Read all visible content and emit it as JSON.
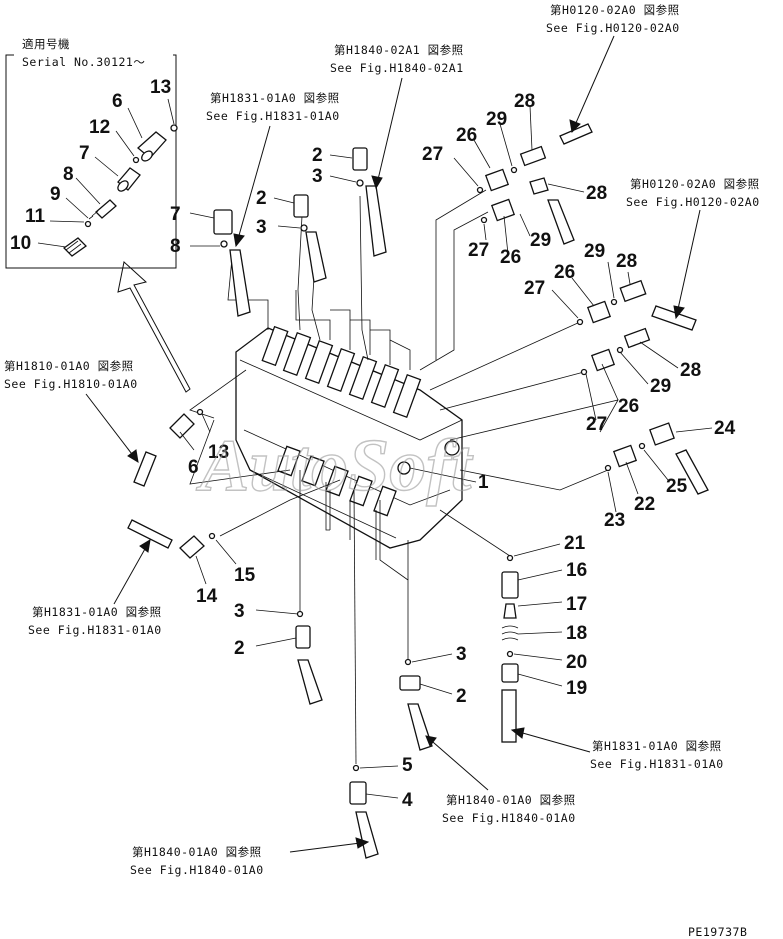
{
  "inset": {
    "title": "適用号機",
    "serial": "Serial No.30121～",
    "callouts": [
      "13",
      "6",
      "12",
      "7",
      "8",
      "9",
      "11",
      "10"
    ]
  },
  "references": [
    {
      "jp": "第H1840-02A1 図参照",
      "en": "See Fig.H1840-02A1"
    },
    {
      "jp": "第H1831-01A0 図参照",
      "en": "See Fig.H1831-01A0"
    },
    {
      "jp": "第H0120-02A0 図参照",
      "en": "See Fig.H0120-02A0"
    },
    {
      "jp": "第H0120-02A0 図参照",
      "en": "See Fig.H0120-02A0"
    },
    {
      "jp": "第H1810-01A0 図参照",
      "en": "See Fig.H1810-01A0"
    },
    {
      "jp": "第H1831-01A0 図参照",
      "en": "See Fig.H1831-01A0"
    },
    {
      "jp": "第H1831-01A0 図参照",
      "en": "See Fig.H1831-01A0"
    },
    {
      "jp": "第H1840-01A0 図参照",
      "en": "See Fig.H1840-01A0"
    },
    {
      "jp": "第H1840-01A0 図参照",
      "en": "See Fig.H1840-01A0"
    }
  ],
  "callouts": [
    "2",
    "3",
    "7",
    "8",
    "2",
    "3",
    "27",
    "26",
    "29",
    "28",
    "28",
    "29",
    "27",
    "26",
    "29",
    "28",
    "27",
    "26",
    "28",
    "29",
    "26",
    "27",
    "24",
    "25",
    "22",
    "23",
    "1",
    "21",
    "16",
    "17",
    "18",
    "20",
    "19",
    "13",
    "6",
    "14",
    "15",
    "3",
    "2",
    "3",
    "2",
    "5",
    "4"
  ],
  "watermark": "AutoSoft",
  "drawing_code": "PE19737B"
}
